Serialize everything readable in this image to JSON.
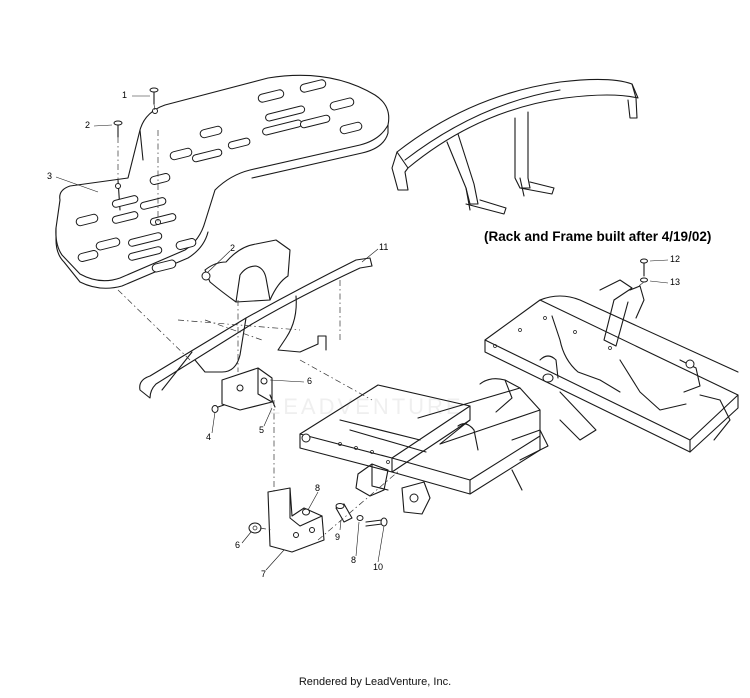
{
  "diagram": {
    "caption": "(Rack and Frame built after 4/19/02)",
    "watermark_text": "LEADVENTURE",
    "footer": "Rendered by LeadVenture, Inc.",
    "callouts": [
      {
        "id": "c1",
        "label": "1",
        "part": "screw"
      },
      {
        "id": "c2a",
        "label": "2",
        "part": "screw"
      },
      {
        "id": "c3",
        "label": "3",
        "part": "rear rack"
      },
      {
        "id": "c2b",
        "label": "2",
        "part": "screw"
      },
      {
        "id": "c11",
        "label": "11",
        "part": "rack frame"
      },
      {
        "id": "c6a",
        "label": "6",
        "part": "nut"
      },
      {
        "id": "c4",
        "label": "4",
        "part": "bolt"
      },
      {
        "id": "c5",
        "label": "5",
        "part": "washer"
      },
      {
        "id": "c8a",
        "label": "8",
        "part": "washer"
      },
      {
        "id": "c6b",
        "label": "6",
        "part": "nut"
      },
      {
        "id": "c9",
        "label": "9",
        "part": "spacer"
      },
      {
        "id": "c8b",
        "label": "8",
        "part": "washer"
      },
      {
        "id": "c10",
        "label": "10",
        "part": "bolt"
      },
      {
        "id": "c7",
        "label": "7",
        "part": "bracket"
      },
      {
        "id": "c12",
        "label": "12",
        "part": "bolt"
      },
      {
        "id": "c13",
        "label": "13",
        "part": "washer"
      }
    ]
  }
}
